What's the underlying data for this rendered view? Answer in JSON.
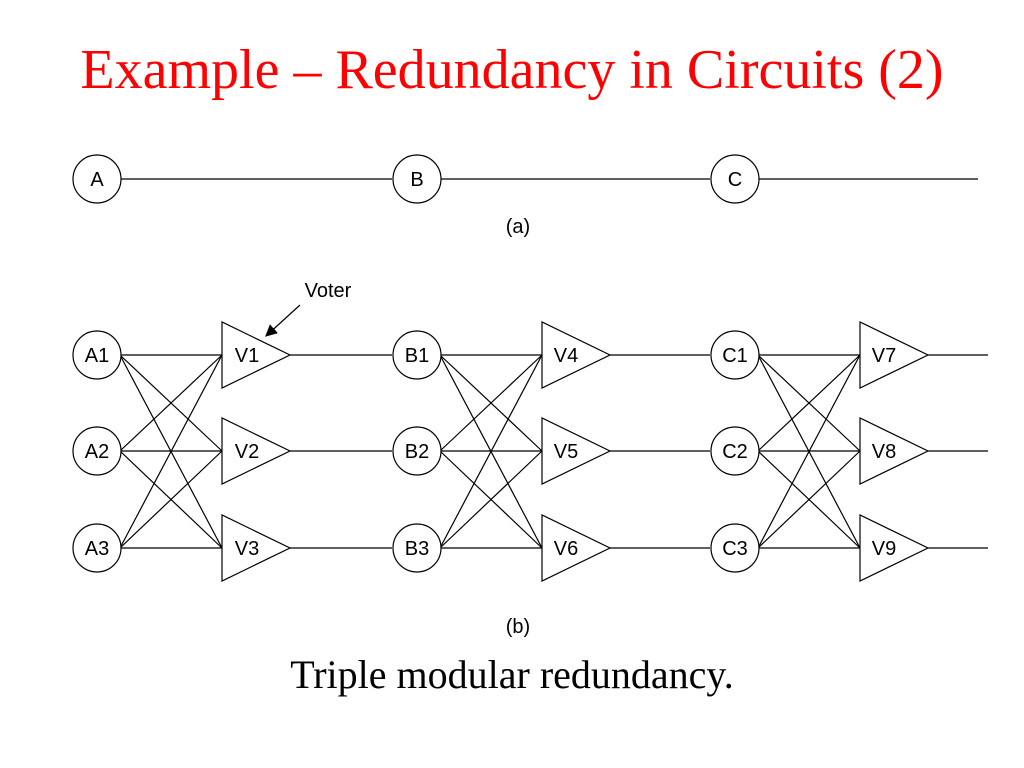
{
  "slide": {
    "title": "Example – Redundancy in Circuits (2)",
    "title_color": "#ff0000",
    "caption": "Triple modular redundancy.",
    "caption_color": "#000000"
  },
  "diagram_a": {
    "label": "(a)",
    "modules": [
      "A",
      "B",
      "C"
    ]
  },
  "diagram_b": {
    "label": "(b)",
    "annotation": "Voter",
    "stages": [
      {
        "modules": [
          "A1",
          "A2",
          "A3"
        ],
        "voters": [
          "V1",
          "V2",
          "V3"
        ]
      },
      {
        "modules": [
          "B1",
          "B2",
          "B3"
        ],
        "voters": [
          "V4",
          "V5",
          "V6"
        ]
      },
      {
        "modules": [
          "C1",
          "C2",
          "C3"
        ],
        "voters": [
          "V7",
          "V8",
          "V9"
        ]
      }
    ]
  }
}
